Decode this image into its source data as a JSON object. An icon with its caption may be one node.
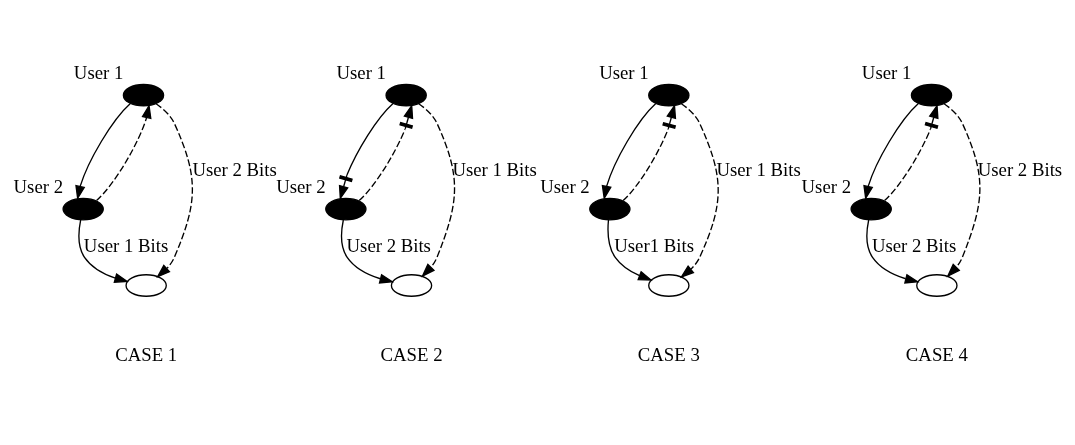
{
  "diagram": {
    "nodes": [
      {
        "text": [],
        "shape": "circle",
        "beside": [
          "User 1"
        ]
      },
      {
        "text": [],
        "shape": "circle",
        "beside": [
          "User 2"
        ]
      },
      {
        "text": [],
        "shape": "circle"
      },
      {
        "text": [],
        "shape": "circle",
        "beside": [
          "User 1"
        ]
      },
      {
        "text": [],
        "shape": "circle",
        "beside": [
          "User 2"
        ]
      },
      {
        "text": [],
        "shape": "circle"
      },
      {
        "text": [],
        "shape": "circle",
        "beside": [
          "User 1"
        ]
      },
      {
        "text": [],
        "shape": "circle",
        "beside": [
          "User 2"
        ]
      },
      {
        "text": [],
        "shape": "circle"
      },
      {
        "text": [],
        "shape": "circle",
        "beside": [
          "User 1"
        ]
      },
      {
        "text": [],
        "shape": "circle",
        "beside": [
          "User 2"
        ]
      },
      {
        "text": [],
        "shape": "circle"
      }
    ],
    "edges": [
      {
        "from": 0,
        "to": 1,
        "arrow": "to"
      },
      {
        "from": 1,
        "to": 0,
        "arrow": "to",
        "style": "dashed"
      },
      {
        "from": 0,
        "to": 2,
        "arrow": "to",
        "style": "dashed",
        "label": "User 2 Bits"
      },
      {
        "from": 1,
        "to": 2,
        "arrow": "to",
        "label": "User 1 Bits"
      },
      {
        "from": 3,
        "to": 4,
        "arrow": "to"
      },
      {
        "from": 4,
        "to": 3,
        "arrow": "to",
        "style": "dashed"
      },
      {
        "from": 3,
        "to": 5,
        "arrow": "to",
        "style": "dashed",
        "label": "User 1 Bits"
      },
      {
        "from": 4,
        "to": 5,
        "arrow": "to",
        "label": "User 2 Bits"
      },
      {
        "from": 6,
        "to": 7,
        "arrow": "to"
      },
      {
        "from": 7,
        "to": 6,
        "arrow": "to",
        "style": "dashed"
      },
      {
        "from": 6,
        "to": 8,
        "arrow": "to",
        "style": "dashed",
        "label": "User 1 Bits"
      },
      {
        "from": 7,
        "to": 8,
        "arrow": "to",
        "label": "User1 Bits"
      },
      {
        "from": 9,
        "to": 10,
        "arrow": "to"
      },
      {
        "from": 10,
        "to": 9,
        "arrow": "to",
        "style": "dashed"
      },
      {
        "from": 9,
        "to": 11,
        "arrow": "to",
        "style": "dashed",
        "label": "User 2 Bits"
      },
      {
        "from": 10,
        "to": 11,
        "arrow": "to",
        "label": "User 2 Bits"
      }
    ],
    "labels": [
      "CASE 1",
      "CASE 2",
      "CASE 3",
      "CASE 4"
    ]
  }
}
